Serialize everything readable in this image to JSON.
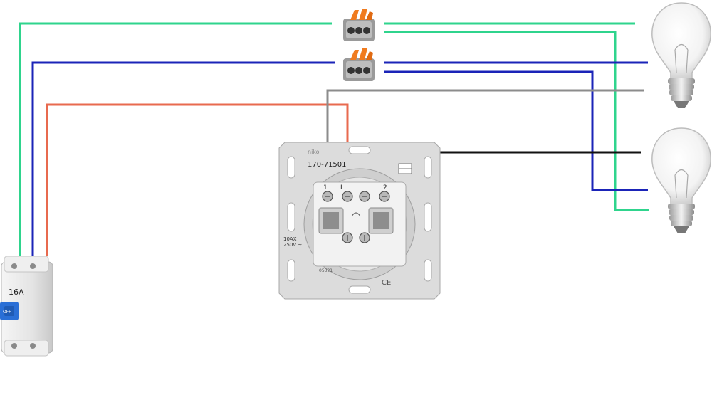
{
  "breaker": {
    "rating_label": "16A",
    "toggle_label": "OFF"
  },
  "switch": {
    "brand_label": "niko",
    "model_label": "170-71501",
    "terminal_1": "1",
    "terminal_l": "L",
    "terminal_2": "2",
    "rating_line1": "10AX",
    "rating_line2": "250V ~",
    "code_label": "05321",
    "ce_label": "CE"
  },
  "colors": {
    "green_wire": "#2fd48d",
    "blue_wire": "#1b24b8",
    "red_wire": "#e86a4f",
    "gray_wire": "#8c8c8c",
    "black_wire": "#111111",
    "connector_orange": "#f07b1f",
    "connector_gray": "#8a8a8a",
    "plate_gray": "#d9d9d9"
  },
  "icons": [
    "circuit-breaker-icon",
    "wago-connector-icon",
    "light-bulb-icon",
    "wall-switch-icon"
  ]
}
